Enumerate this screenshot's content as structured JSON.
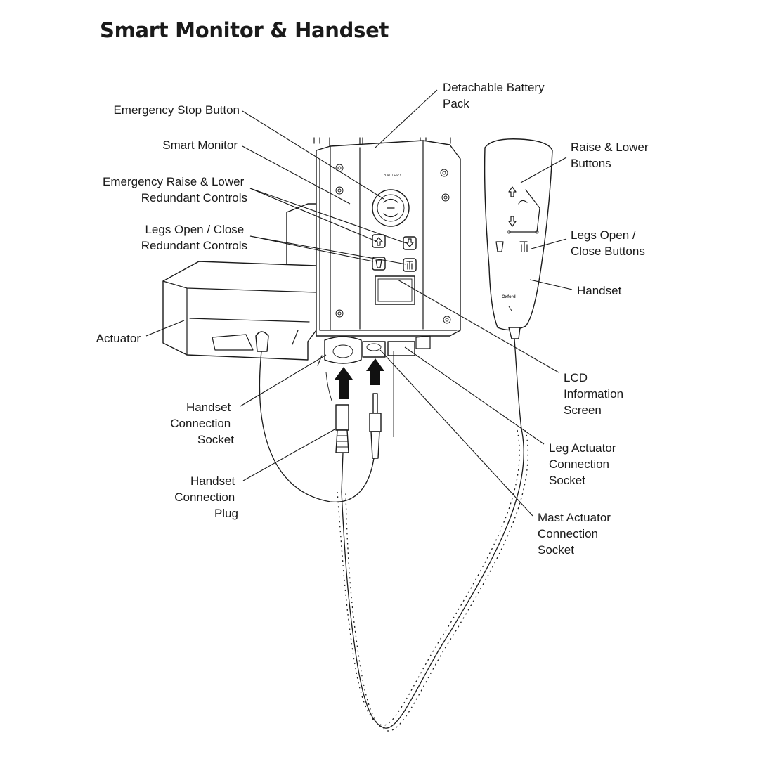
{
  "title": "Smart Monitor & Handset",
  "labels": {
    "emergency_stop": [
      "Emergency Stop Button"
    ],
    "smart_monitor": [
      "Smart Monitor"
    ],
    "emergency_raise_lower": [
      "Emergency Raise & Lower",
      "Redundant Controls"
    ],
    "legs_redundant": [
      "Legs Open / Close",
      "Redundant Controls"
    ],
    "actuator": [
      "Actuator"
    ],
    "handset_socket": [
      "Handset",
      "Connection",
      "Socket"
    ],
    "handset_plug": [
      "Handset",
      "Connection",
      "Plug"
    ],
    "battery": [
      "Detachable Battery",
      "Pack"
    ],
    "raise_lower_buttons": [
      "Raise & Lower",
      "Buttons"
    ],
    "legs_buttons": [
      "Legs Open /",
      "Close Buttons"
    ],
    "handset": [
      "Handset"
    ],
    "lcd": [
      "LCD",
      "Information",
      "Screen"
    ],
    "leg_actuator_socket": [
      "Leg Actuator",
      "Connection",
      "Socket"
    ],
    "mast_actuator_socket": [
      "Mast Actuator",
      "Connection",
      "Socket"
    ]
  },
  "device_text": {
    "battery_mark": "BATTERY",
    "handset_brand": "Oxford"
  }
}
